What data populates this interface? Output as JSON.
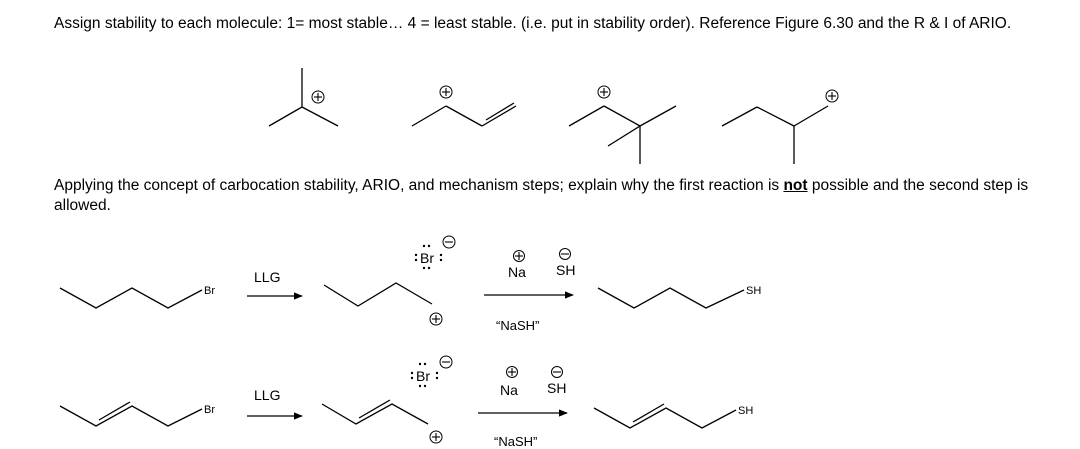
{
  "question1": {
    "text": "Assign stability to each molecule: 1= most stable… 4 = least stable. (i.e. put in stability order). Reference Figure 6.30 and the R & I of ARIO."
  },
  "question2": {
    "text_before": "Applying the concept of carbocation stability, ARIO, and mechanism steps; explain why the first reaction is ",
    "emphasis": "not",
    "text_after": " possible and the second step is allowed."
  },
  "reactions": [
    {
      "substituent": "Br",
      "step1_label": "LLG",
      "leaving_group": "Br",
      "cation": "Na",
      "anion": "SH",
      "reagent_label": "“NaSH”",
      "product_substituent": "SH"
    },
    {
      "substituent": "Br",
      "step1_label": "LLG",
      "leaving_group": "Br",
      "cation": "Na",
      "anion": "SH",
      "reagent_label": "“NaSH”",
      "product_substituent": "SH"
    }
  ]
}
